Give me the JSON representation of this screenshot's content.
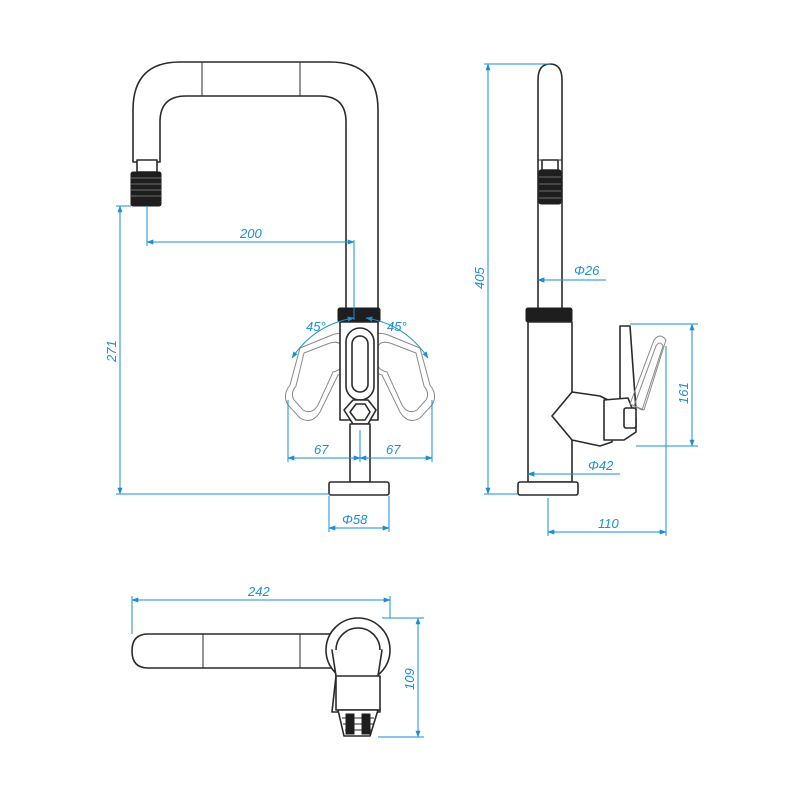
{
  "front_view": {
    "spout_reach": "200",
    "outlet_height": "271",
    "lever_angle_left": "45°",
    "lever_angle_right": "45°",
    "lever_offset_left": "67",
    "lever_offset_right": "67",
    "base_diameter": "Φ58"
  },
  "side_view": {
    "total_height": "405",
    "spout_diameter": "Φ26",
    "body_diameter": "Φ42",
    "lever_height": "161",
    "lever_projection": "110"
  },
  "top_view": {
    "overall_length": "242",
    "overall_depth": "109"
  },
  "colors": {
    "dimension": "#1a8fd6",
    "outline": "#2a2a2a"
  }
}
